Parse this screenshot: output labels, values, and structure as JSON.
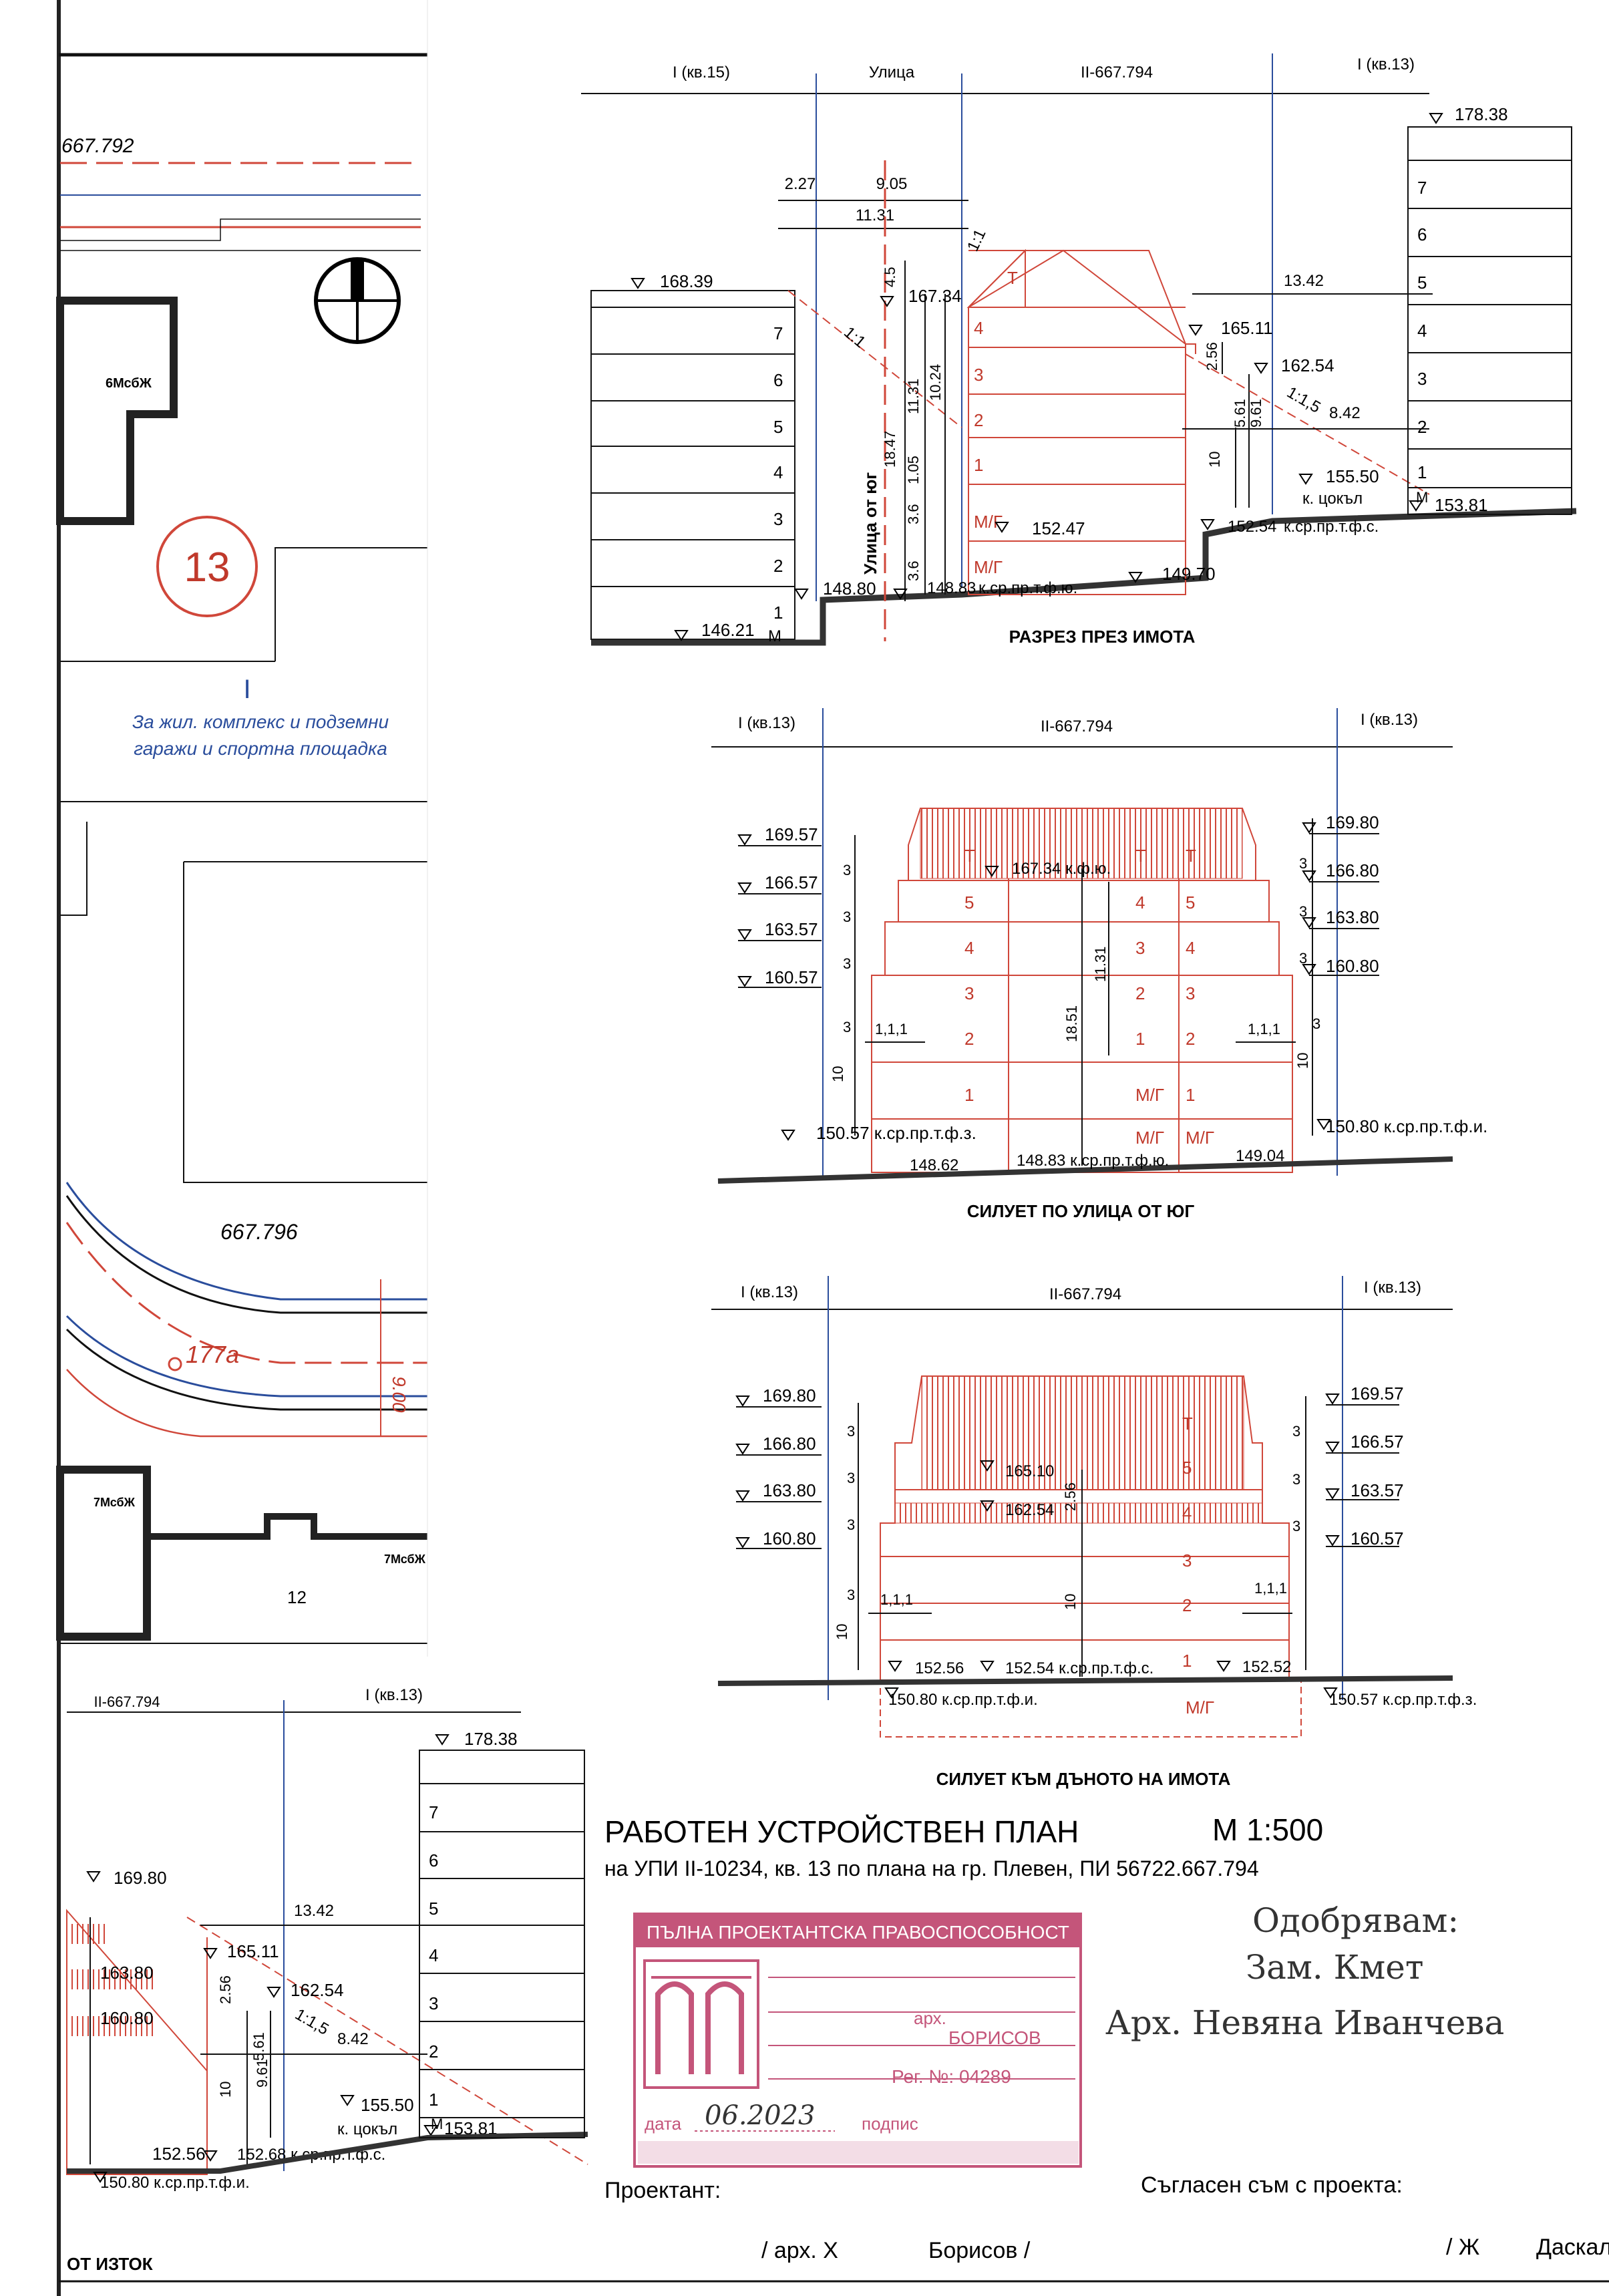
{
  "plan_strip": {
    "lot_top": "667.792",
    "lot_mid": "667.796",
    "lot_177a": "177а",
    "lot_number": "13",
    "width_900": "9.00",
    "bld_6mc": "6МсбЖ",
    "bld_7mc_a": "7МсбЖ",
    "bld_7mc_b": "7МсбЖ",
    "lot_12": "12",
    "zone_mark": "I",
    "zone_note_1": "За жил. комплекс и подземни",
    "zone_note_2": "гаражи и спортна площадка"
  },
  "section": {
    "header": [
      "I (кв.15)",
      "Улица",
      "II-667.794",
      "I (кв.13)"
    ],
    "dims_top": [
      "2.27",
      "9.05",
      "11.31",
      "13.42"
    ],
    "left_building_levels": [
      "7",
      "6",
      "5",
      "4",
      "3",
      "2",
      "1"
    ],
    "right_building_levels": [
      "7",
      "6",
      "5",
      "4",
      "3",
      "2",
      "1"
    ],
    "main_floors": [
      "Т",
      "4",
      "3",
      "2",
      "1",
      "М/Г",
      "М/Г"
    ],
    "elevations": {
      "e_16839": "168.39",
      "e_16734": "167.34",
      "e_16511": "165.11",
      "e_16254": "162.54",
      "e_15550": "155.50",
      "e_15381": "153.81",
      "e_15254": "152.54",
      "e_15247": "152.47",
      "e_14970": "149.70",
      "e_14880": "148.80",
      "e_14883": "148.83",
      "e_14621": "146.21",
      "e_17838": "178.38"
    },
    "vertical_dims": [
      "4.5",
      "18.47",
      "11.31",
      "10.24",
      "1.05",
      "3.6",
      "3.6",
      "2.56",
      "5.61",
      "9.61",
      "10"
    ],
    "slopes": [
      "1:1",
      "1:1",
      "1:1,5"
    ],
    "dim_842": "8.42",
    "street_label": "Улица от юг",
    "notes": [
      "к.ср.пр.т.ф.ю.",
      "к. цокъл",
      "к.ср.пр.т.ф.с.",
      "М",
      "М"
    ],
    "caption": "РАЗРЕЗ ПРЕЗ ИМОТА"
  },
  "silhouette_south": {
    "header": [
      "I (кв.13)",
      "II-667.794",
      "I (кв.13)"
    ],
    "left_elev": [
      "169.57",
      "166.57",
      "163.57",
      "160.57"
    ],
    "right_elev": [
      "169.80",
      "166.80",
      "163.80",
      "160.80"
    ],
    "dims_3": "3",
    "dims_10": "10",
    "dims_111": "1,1,1",
    "center_dims": [
      "11.31",
      "18.51"
    ],
    "top_elev": "167.34 к.ф.ю.",
    "floor_labels_left": [
      "Т",
      "5",
      "4",
      "3",
      "2",
      "1"
    ],
    "floor_labels_mid": [
      "Т",
      "4",
      "3",
      "2",
      "1",
      "М/Г",
      "М/Г"
    ],
    "floor_labels_right": [
      "Т",
      "5",
      "4",
      "3",
      "2",
      "1",
      "М/Г"
    ],
    "bottom_left": "150.57 к.ср.пр.т.ф.з.",
    "bottom_right": "150.80 к.ср.пр.т.ф.и.",
    "ground": [
      "148.62",
      "148.83 к.ср.пр.т.ф.ю.",
      "149.04"
    ],
    "caption": "СИЛУЕТ ПО УЛИЦА ОТ ЮГ"
  },
  "silhouette_back": {
    "header": [
      "I (кв.13)",
      "II-667.794",
      "I (кв.13)"
    ],
    "left_elev": [
      "169.80",
      "166.80",
      "163.80",
      "160.80"
    ],
    "right_elev": [
      "169.57",
      "166.57",
      "163.57",
      "160.57"
    ],
    "mid_elev": [
      "165.10",
      "162.54"
    ],
    "dim_256": "2.56",
    "dim_10": "10",
    "floor_labels": [
      "Т",
      "5",
      "4",
      "3",
      "2",
      "1",
      "М/Г"
    ],
    "ground": [
      "152.56",
      "152.54 к.ср.пр.т.ф.с.",
      "152.52"
    ],
    "bottom_left": "150.80 к.ср.пр.т.ф.и.",
    "bottom_right": "150.57 к.ср.пр.т.ф.з.",
    "caption": "СИЛУЕТ КЪМ ДЪНОТО НА ИМОТА"
  },
  "east_section": {
    "header": [
      "II-667.794",
      "I (кв.13)"
    ],
    "levels": [
      "7",
      "6",
      "5",
      "4",
      "3",
      "2",
      "1"
    ],
    "elev": [
      "169.80",
      "163.80",
      "160.80",
      "165.11",
      "162.54",
      "155.50",
      "153.81",
      "152.56",
      "152.68 к.ср.пр.т.ф.с.",
      "150.80 к.ср.пр.т.ф.и.",
      "178.38"
    ],
    "dims": [
      "13.42",
      "2.56",
      "5.61",
      "9.61",
      "10",
      "8.42"
    ],
    "slope": "1:1,5",
    "plinth": "к. цокъл",
    "m_mark": "М",
    "caption": "ОТ ИЗТОК"
  },
  "title_block": {
    "title": "РАБОТЕН УСТРОЙСТВЕН ПЛАН",
    "scale": "М 1:500",
    "subtitle": "на УПИ II-10234, кв. 13 по плана на гр. Плевен, ПИ 56722.667.794",
    "stamp_header": "ПЪЛНА ПРОЕКТАНТСКА ПРАВОСПОСОБНОСТ",
    "stamp_arch": "арх.",
    "stamp_name": "БОРИСОВ",
    "stamp_reg": "Рег. №: 04289",
    "stamp_date_label": "дата",
    "stamp_date": "06.2023",
    "stamp_sign_label": "подпис",
    "designer_label": "Проектант:",
    "designer_sig_1": "/ арх. Х",
    "designer_sig_2": "Борисов /",
    "agreed_label": "Съгласен съм с проекта:",
    "agreed_sig_1": "/ Ж",
    "agreed_sig_2": "Даскал",
    "approve_1": "Одобрявам:",
    "approve_2": "Зам. Кмет",
    "approve_3": "Арх. Невяна Иванчева"
  },
  "colors": {
    "red": "#d0473a",
    "blue": "#2a4d9c",
    "ink": "#111111"
  }
}
